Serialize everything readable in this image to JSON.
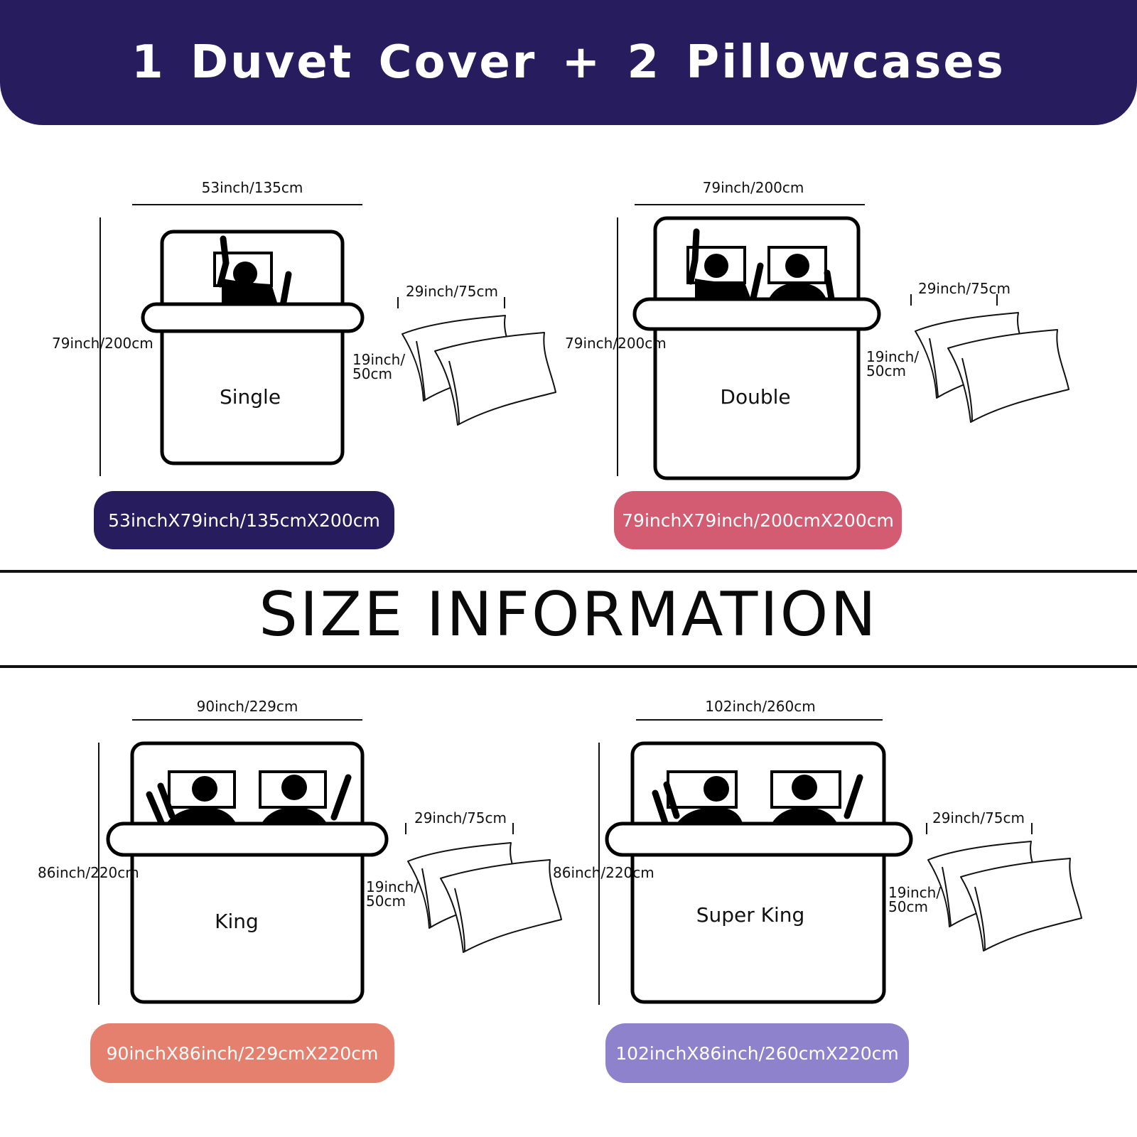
{
  "header": {
    "title": "1 Duvet Cover + 2 Pillowcases"
  },
  "section_title": "SIZE INFORMATION",
  "colors": {
    "header_bg": "#261c5e",
    "single": "#261c5e",
    "double": "#d45c72",
    "king": "#e5806f",
    "super_king": "#8f82cc"
  },
  "beds": [
    {
      "name": "Single",
      "width_label": "53inch/135cm",
      "length_label": "79inch/200cm",
      "pillow_width_label": "29inch/75cm",
      "pillow_height_label": "19inch/\n50cm",
      "size_badge": "53inchX79inch/135cmX200cm"
    },
    {
      "name": "Double",
      "width_label": "79inch/200cm",
      "length_label": "79inch/200cm",
      "pillow_width_label": "29inch/75cm",
      "pillow_height_label": "19inch/\n50cm",
      "size_badge": "79inchX79inch/200cmX200cm"
    },
    {
      "name": "King",
      "width_label": "90inch/229cm",
      "length_label": "86inch/220cm",
      "pillow_width_label": "29inch/75cm",
      "pillow_height_label": "19inch/\n50cm",
      "size_badge": "90inchX86inch/229cmX220cm"
    },
    {
      "name": "Super King",
      "width_label": "102inch/260cm",
      "length_label": "86inch/220cm",
      "pillow_width_label": "29inch/75cm",
      "pillow_height_label": "19inch/\n50cm",
      "size_badge": "102inchX86inch/260cmX220cm"
    }
  ]
}
